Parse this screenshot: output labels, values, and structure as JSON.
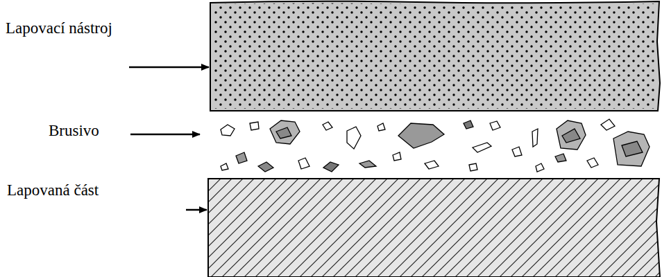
{
  "diagram": {
    "labels": [
      "Lapovací nástroj",
      "Brusivo",
      "Lapovaná část"
    ]
  }
}
